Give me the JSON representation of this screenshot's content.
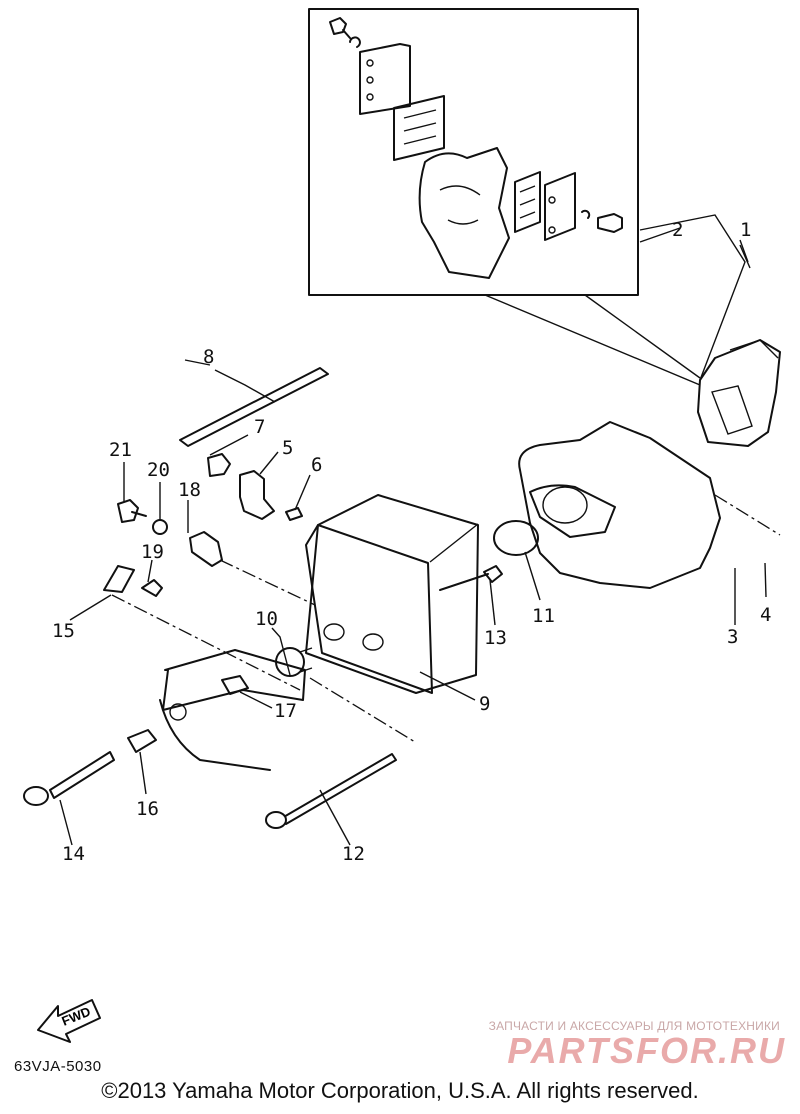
{
  "diagram": {
    "callouts": [
      "1",
      "2",
      "3",
      "4",
      "5",
      "6",
      "7",
      "8",
      "9",
      "10",
      "11",
      "12",
      "13",
      "14",
      "15",
      "16",
      "17",
      "18",
      "19",
      "20",
      "21"
    ],
    "fwd_label": "FWD",
    "drawing_code": "63VJA-5030"
  },
  "footer": {
    "copyright": "©2013 Yamaha Motor Corporation, U.S.A. All rights reserved."
  },
  "watermark": {
    "tagline": "ЗАПЧАСТИ И АКСЕССУАРЫ ДЛЯ МОТОТЕХНИКИ",
    "brand": "PARTSFOR.RU"
  }
}
